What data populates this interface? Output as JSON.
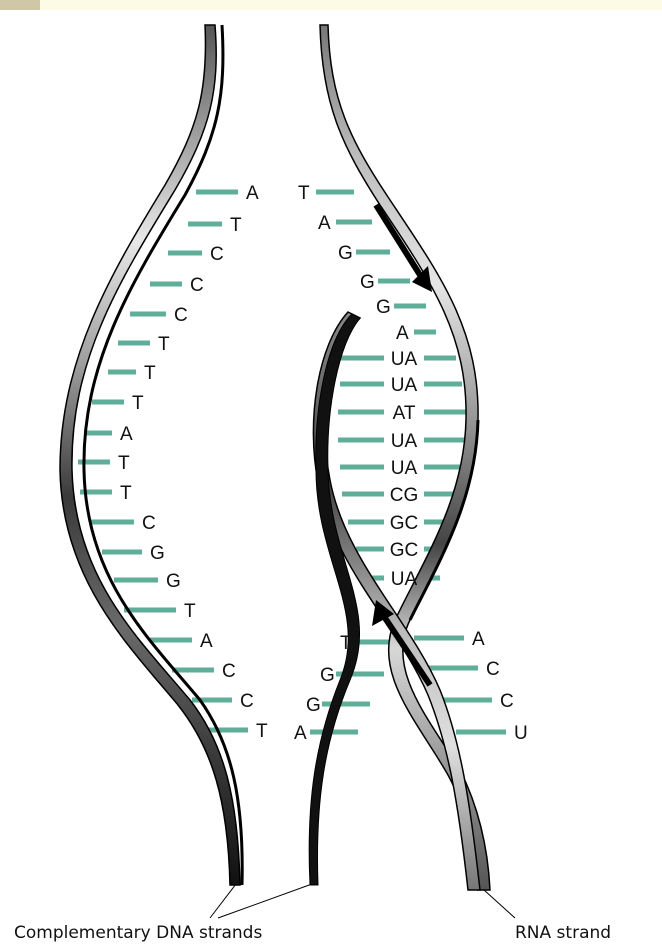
{
  "colors": {
    "rung": "#5fae9a",
    "strand_outline": "#000000",
    "ribbon_light": "#e8e8e8",
    "ribbon_mid": "#a9a9a9",
    "ribbon_dark": "#555555",
    "topbar": "#fdfbe6"
  },
  "left_strand_bases": [
    "A",
    "T",
    "C",
    "C",
    "C",
    "T",
    "T",
    "T",
    "A",
    "T",
    "T",
    "C",
    "G",
    "G",
    "T",
    "A",
    "C",
    "C",
    "T"
  ],
  "right_upper_bases": [
    "T",
    "A",
    "G",
    "G",
    "G",
    "A"
  ],
  "rna_dna_pairs": [
    "UA",
    "UA",
    "AT",
    "UA",
    "UA",
    "CG",
    "GC",
    "GC",
    "UA"
  ],
  "lower_dna_bases": [
    "T",
    "G",
    "G",
    "A"
  ],
  "lower_rna_bases": [
    "A",
    "C",
    "C",
    "U"
  ],
  "labels": {
    "complementary": "Complementary DNA strands",
    "rna": "RNA strand"
  },
  "icons": [
    "arrow-down-icon",
    "arrow-up-icon"
  ]
}
